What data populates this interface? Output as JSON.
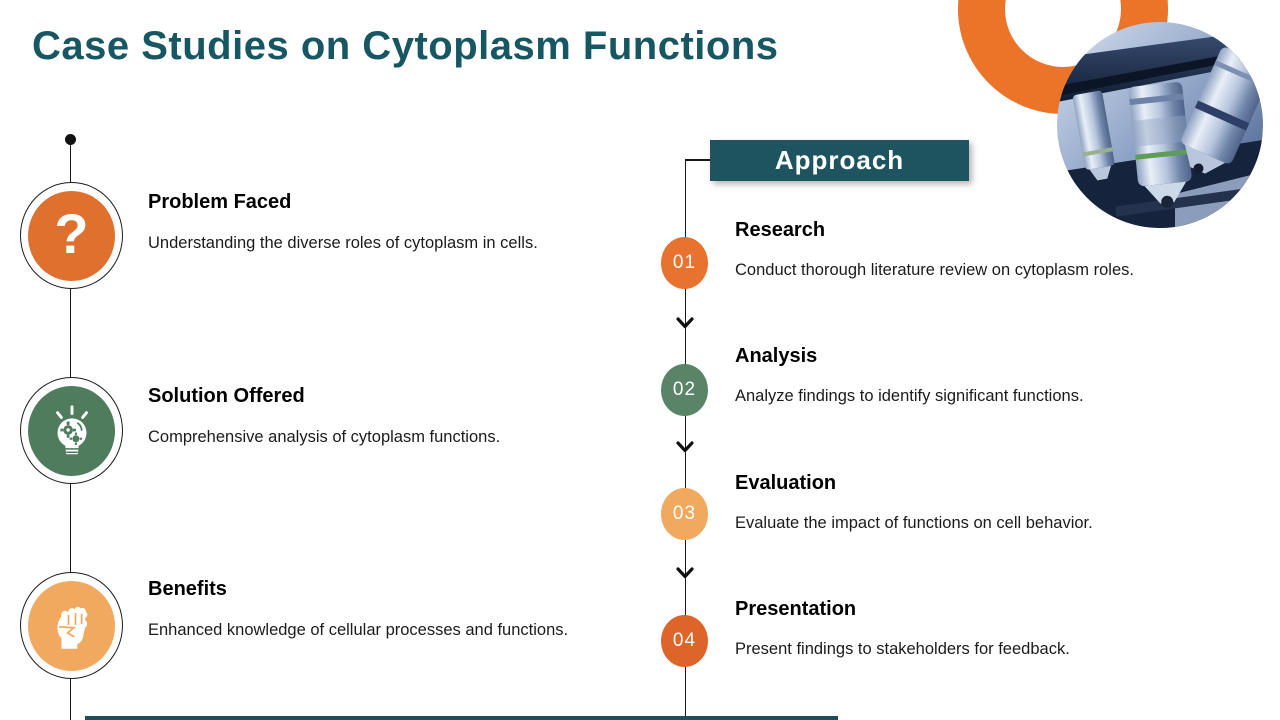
{
  "slide": {
    "title": "Case Studies on Cytoplasm Functions"
  },
  "case_study": {
    "items": [
      {
        "heading": "Problem Faced",
        "description": "Understanding the diverse roles of cytoplasm in cells.",
        "icon": "question-mark-icon",
        "circle_color": "#E0702E",
        "question_glyph": "?"
      },
      {
        "heading": "Solution Offered",
        "description": "Comprehensive analysis of cytoplasm functions.",
        "icon": "lightbulb-gears-icon",
        "circle_color": "#4E7C5C"
      },
      {
        "heading": "Benefits",
        "description": "Enhanced knowledge of cellular processes and functions.",
        "icon": "fist-icon",
        "circle_color": "#F0A95F"
      }
    ]
  },
  "approach": {
    "header": "Approach",
    "steps": [
      {
        "number": "01",
        "heading": "Research",
        "description": "Conduct thorough literature review on cytoplasm roles.",
        "circle_color": "#E8722F"
      },
      {
        "number": "02",
        "heading": "Analysis",
        "description": "Analyze findings to identify significant functions.",
        "circle_color": "#5A8468"
      },
      {
        "number": "03",
        "heading": "Evaluation",
        "description": "Evaluate the impact of functions on cell behavior.",
        "circle_color": "#F0A95F"
      },
      {
        "number": "04",
        "heading": "Presentation",
        "description": "Present findings to stakeholders for feedback.",
        "circle_color": "#DE6529"
      }
    ]
  },
  "decor": {
    "accent_orange": "#EC7429",
    "accent_teal": "#1D5460",
    "title_color": "#175763",
    "photo": "microscope-objective-lenses-photo"
  }
}
